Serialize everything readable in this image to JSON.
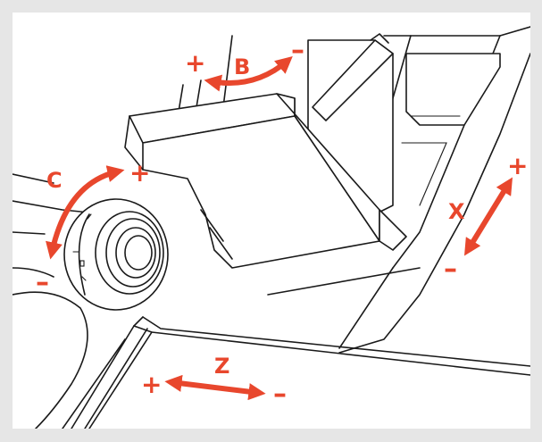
{
  "colors": {
    "background": "#e6e6e6",
    "drawing_fill": "#ffffff",
    "line": "#1a1a1a",
    "accent": "#e8472d"
  },
  "axes": {
    "b": {
      "name": "B",
      "plus": "+",
      "minus": "–"
    },
    "c": {
      "name": "C",
      "plus": "+",
      "minus": "–"
    },
    "x": {
      "name": "X",
      "plus": "+",
      "minus": "–"
    },
    "z": {
      "name": "Z",
      "plus": "+",
      "minus": "–"
    }
  }
}
